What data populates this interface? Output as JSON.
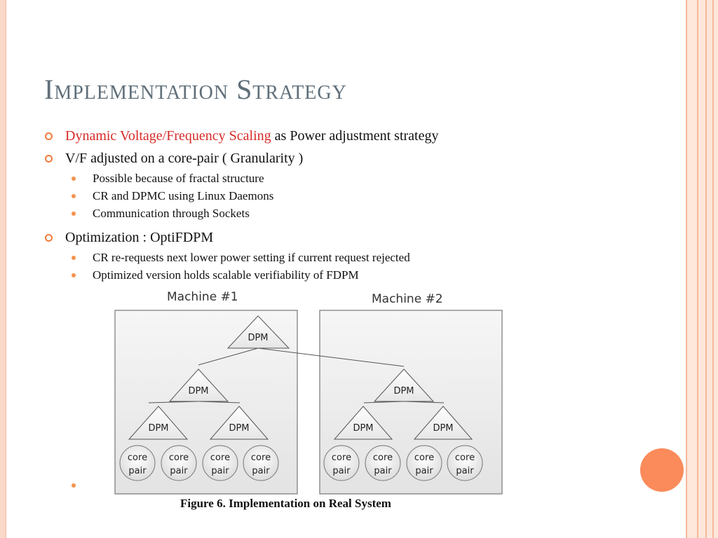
{
  "slide": {
    "title": "Implementation Strategy",
    "bullets": [
      {
        "highlight": "Dynamic Voltage/Frequency Scaling",
        "text": " as Power adjustment strategy"
      },
      {
        "text": "V/F adjusted on a core-pair ( Granularity )",
        "sub": [
          "Possible because of fractal structure",
          "CR and DPMC using Linux Daemons",
          "Communication through Sockets"
        ]
      },
      {
        "text": "Optimization : OptiFDPM",
        "sub": [
          "CR re-requests next lower power setting if current request rejected",
          "Optimized version holds scalable verifiability of FDPM"
        ]
      }
    ],
    "colors": {
      "accent": "#f27a3c",
      "highlight": "#d62b28",
      "title": "#5f6f7a"
    }
  },
  "figure": {
    "machine1_label": "Machine #1",
    "machine2_label": "Machine #2",
    "node_label": "DPM",
    "core_line1": "core",
    "core_line2": "pair",
    "caption": "Figure 6.  Implementation on Real System"
  }
}
